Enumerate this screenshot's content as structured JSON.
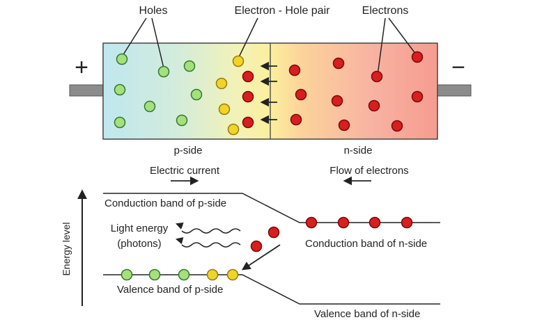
{
  "labels": {
    "holes": "Holes",
    "pair": "Electron - Hole pair",
    "electrons": "Electrons",
    "plus": "+",
    "minus": "−",
    "p_side": "p-side",
    "n_side": "n-side",
    "electric_current": "Electric current",
    "flow_of_electrons": "Flow of electrons",
    "energy_level": "Energy level",
    "conduction_p": "Conduction band of p-side",
    "light_energy": "Light energy",
    "photons": "(photons)",
    "conduction_n": "Conduction band of n-side",
    "valence_p": "Valence band of p-side",
    "valence_n": "Valence band of n-side"
  },
  "colors": {
    "hole": "#a6e07c",
    "recombination_hole": "#f0d428",
    "electron": "#d81e1e",
    "p_region": "#bfe6ee",
    "n_region": "#f6a294",
    "line": "#222222",
    "terminal": "#8a8a8a"
  }
}
